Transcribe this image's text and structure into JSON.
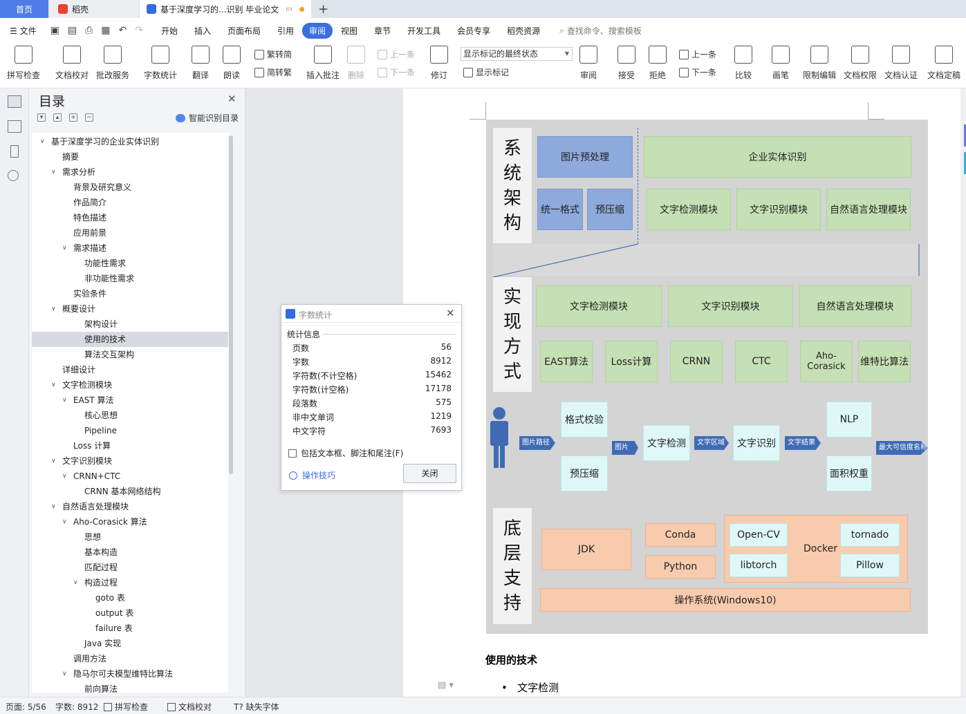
{
  "tabs": {
    "home": "首页",
    "daoke": "稻壳",
    "doc": "基于深度学习的...识别 毕业论文"
  },
  "menu": {
    "file": "文件",
    "items": [
      "开始",
      "插入",
      "页面布局",
      "引用",
      "审阅",
      "视图",
      "章节",
      "开发工具",
      "会员专享",
      "稻壳资源"
    ],
    "active": "审阅",
    "search_placeholder": "查找命令、搜索模板"
  },
  "toolbar": {
    "spell": "拼写检查",
    "doccheck": "文档校对",
    "batch": "批改服务",
    "wordcount": "字数统计",
    "translate": "翻译",
    "read": "朗读",
    "t2s": "繁转简",
    "s2t": "简转繁",
    "comment": "插入批注",
    "delete": "删除",
    "prev": "上一条",
    "next": "下一条",
    "revise": "修订",
    "markup_state": "显示标记的最终状态",
    "show_markup": "显示标记",
    "review": "审阅",
    "accept": "接受",
    "reject": "拒绝",
    "prev2": "上一条",
    "next2": "下一条",
    "compare": "比较",
    "pen": "画笔",
    "restrict": "限制编辑",
    "perm": "文档权限",
    "cert": "文档认证",
    "final": "文档定稿"
  },
  "toc": {
    "title": "目录",
    "smart": "智能识别目录",
    "items": [
      {
        "t": "基于深度学习的企业实体识别",
        "l": 0,
        "c": true
      },
      {
        "t": "摘要",
        "l": 1
      },
      {
        "t": "需求分析",
        "l": 1,
        "c": true
      },
      {
        "t": "背景及研究意义",
        "l": 2
      },
      {
        "t": "作品简介",
        "l": 2
      },
      {
        "t": "特色描述",
        "l": 2
      },
      {
        "t": "应用前景",
        "l": 2
      },
      {
        "t": "需求描述",
        "l": 2,
        "c": true
      },
      {
        "t": "功能性需求",
        "l": 3
      },
      {
        "t": "非功能性需求",
        "l": 3
      },
      {
        "t": "实验条件",
        "l": 2
      },
      {
        "t": "概要设计",
        "l": 1,
        "c": true
      },
      {
        "t": "架构设计",
        "l": 3
      },
      {
        "t": "使用的技术",
        "l": 3,
        "sel": true
      },
      {
        "t": "算法交互架构",
        "l": 3
      },
      {
        "t": "详细设计",
        "l": 1
      },
      {
        "t": "文字检测模块",
        "l": 1,
        "c": true
      },
      {
        "t": "EAST 算法",
        "l": 2,
        "c": true
      },
      {
        "t": "核心思想",
        "l": 3
      },
      {
        "t": "Pipeline",
        "l": 3
      },
      {
        "t": "Loss 计算",
        "l": 2
      },
      {
        "t": "文字识别模块",
        "l": 1,
        "c": true
      },
      {
        "t": "CRNN+CTC",
        "l": 2,
        "c": true
      },
      {
        "t": "CRNN 基本网络结构",
        "l": 3
      },
      {
        "t": "自然语言处理模块",
        "l": 1,
        "c": true
      },
      {
        "t": "Aho-Corasick 算法",
        "l": 2,
        "c": true
      },
      {
        "t": "思想",
        "l": 3
      },
      {
        "t": "基本构造",
        "l": 3
      },
      {
        "t": "匹配过程",
        "l": 3
      },
      {
        "t": "构造过程",
        "l": 3,
        "c": true
      },
      {
        "t": "goto 表",
        "l": 4
      },
      {
        "t": "output 表",
        "l": 4
      },
      {
        "t": "failure 表",
        "l": 4
      },
      {
        "t": "Java 实现",
        "l": 3
      },
      {
        "t": "调用方法",
        "l": 2
      },
      {
        "t": "隐马尔可夫模型维特比算法",
        "l": 2,
        "c": true
      },
      {
        "t": "前向算法",
        "l": 3
      }
    ]
  },
  "dialog": {
    "title": "字数统计",
    "section": "统计信息",
    "rows": [
      [
        "页数",
        "56"
      ],
      [
        "字数",
        "8912"
      ],
      [
        "字符数(不计空格)",
        "15462"
      ],
      [
        "字符数(计空格)",
        "17178"
      ],
      [
        "段落数",
        "575"
      ],
      [
        "非中文单词",
        "1219"
      ],
      [
        "中文字符",
        "7693"
      ]
    ],
    "include": "包括文本框、脚注和尾注(F)",
    "tips": "操作技巧",
    "close": "关闭"
  },
  "diagram": {
    "l1": "系统架构",
    "l2": "实现方式",
    "l3": "底层支持",
    "pre": "图片预处理",
    "ent": "企业实体识别",
    "fmt": "统一格式",
    "cmp": "预压缩",
    "td": "文字检测模块",
    "tr": "文字识别模块",
    "nlp": "自然语言处理模块",
    "east": "EAST算法",
    "loss": "Loss计算",
    "crnn": "CRNN",
    "ctc": "CTC",
    "aho": "Aho-Corasick",
    "vit": "维特比算法",
    "chk": "格式校验",
    "pc": "预压缩",
    "det": "文字检测",
    "rec": "文字识别",
    "nlp2": "NLP",
    "area": "面积权重",
    "a1": "图片路径",
    "a2": "图片",
    "a3": "文字区域",
    "a4": "文字结果",
    "a5": "最大可信度名称",
    "jdk": "JDK",
    "conda": "Conda",
    "python": "Python",
    "opencv": "Open-CV",
    "libtorch": "libtorch",
    "docker": "Docker",
    "tornado": "tornado",
    "pillow": "Pillow",
    "os": "操作系统(Windows10)"
  },
  "doc": {
    "heading": "使用的技术",
    "bullet": "文字检测"
  },
  "status": {
    "page": "页面: 5/56",
    "words": "字数: 8912",
    "spell": "拼写检查",
    "check": "文档校对",
    "font": "缺失字体"
  }
}
